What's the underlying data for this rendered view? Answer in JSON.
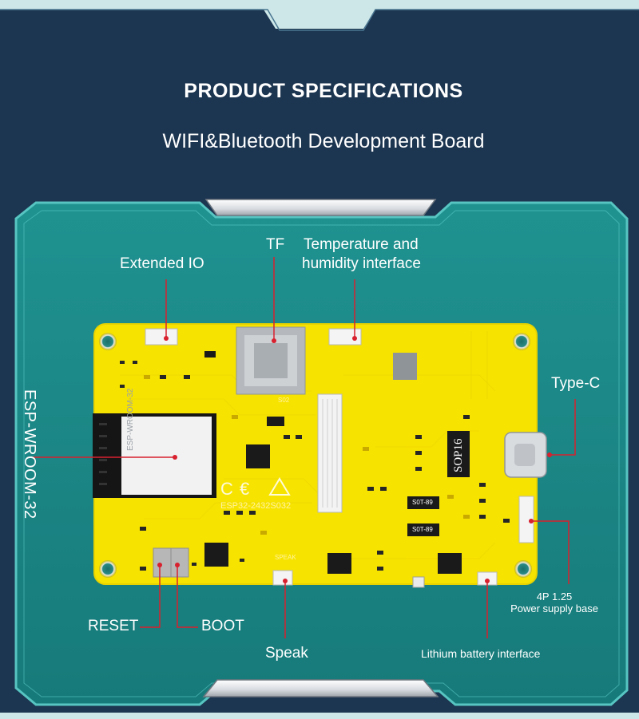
{
  "header": {
    "title": "PRODUCT SPECIFICATIONS",
    "subtitle": "WIFI&Bluetooth Development Board"
  },
  "callouts": {
    "extended_io": "Extended IO",
    "tf": "TF",
    "temp_humidity_line1": "Temperature and",
    "temp_humidity_line2": "humidity interface",
    "type_c": "Type-C",
    "esp_module": "ESP-WROOM-32",
    "reset": "RESET",
    "boot": "BOOT",
    "speak": "Speak",
    "lithium_battery": "Lithium battery interface",
    "power_line1": "4P 1.25",
    "power_line2": "Power supply base"
  },
  "board": {
    "module_text": "ESP-WROOM-32",
    "chip_sop16": "SOP16",
    "silk_model": "ESP32-2432S032",
    "chip_s0t_1": "S0T-89",
    "chip_s0t_2": "S0T-89",
    "silk_speak": "SPEAK",
    "silk_s02": "S02"
  },
  "colors": {
    "background": "#1c3550",
    "frame_fill": "#1d8c8b",
    "frame_border": "#57c5c2",
    "board_yellow": "#f7e300",
    "callout_red": "#d8202e",
    "top_bar": "#cde7e8"
  }
}
